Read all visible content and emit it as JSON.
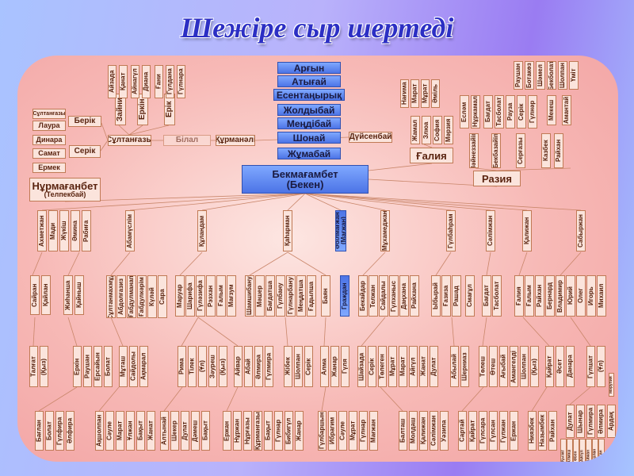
{
  "title": "Шежіре сыр шертеді",
  "lineage": [
    "Арғын",
    "Атығай",
    "Есентаңырық",
    "Жолдыбай",
    "Меңдібай",
    "Шонай",
    "Жұмабай"
  ],
  "root": {
    "name": "Бекмағамбет",
    "alias": "(Бекен)"
  },
  "side": {
    "kurmanali": "Құрманәлі",
    "bilal": "Білал",
    "sultangazy": "Сұлтанғазы",
    "duisenbai": "Дүйсенбай",
    "galiya": "Ғалия",
    "raziya": "Разия",
    "nurmaganbet": "Нұрмағанбет",
    "nurmaganbet_alias": "(Телпекбай)",
    "berik": "Берік",
    "serik": "Серік"
  },
  "clusters": {
    "sultangazy_small": [
      "Сұлтанғазы",
      "Лаура",
      "Динара",
      "Самат",
      "Ермек"
    ],
    "zaini_kids": [
      "Айзада",
      "Қанат"
    ],
    "erkin_kids": [
      "Айнагүл",
      "Диана"
    ],
    "erik_kids": [
      "Ғани",
      "Гүлдана",
      "Гүлнара"
    ],
    "sultangazy_kids": [
      "Зайни",
      "Еркін",
      "Ерік"
    ],
    "galiya_grandkids": [
      "Нағима",
      "Марат",
      "Мұрат",
      "Әміль"
    ],
    "galiya_kids": [
      "Жамал",
      "Злюа",
      "София",
      "Мәрзия"
    ],
    "raziya_top": [
      "Раушан",
      "Ботакөз",
      "Шәмел",
      "Бекболат",
      "Шолпан",
      "Үміт"
    ],
    "raziya_mid1": [
      "Есләм",
      "Нұркамал"
    ],
    "raziya_mid2": [
      "Бағдат",
      "Тасболат"
    ],
    "raziya_mid3": [
      "Рауза",
      "Серік",
      "Гүлнәр"
    ],
    "raziya_mid4": [
      "Мекеш"
    ],
    "raziya_mid5": [
      "Амантай"
    ],
    "raziya_kids": [
      "Зәйнеззайіп",
      "Бекбазайіп",
      "Серғазы",
      "Казбек",
      "Райхан"
    ],
    "row2_a": [
      "Ахметжан",
      "Мади",
      "Жүкіш",
      "Әмина",
      "Рабиға"
    ],
    "row2_b": [
      "Абамүслім"
    ],
    "row2_c": [
      "Құландам"
    ],
    "row2_d": [
      "Қаһарман"
    ],
    "row2_e": [
      "Әбілмағжан (Мағжан)"
    ],
    "row2_f": [
      "Мұхамеджан"
    ],
    "row2_g": [
      "Гүлбаһрам"
    ],
    "row2_h": [
      "Сәлімжан"
    ],
    "row2_i": [
      "Қалижан"
    ],
    "row2_j": [
      "Сабыржан"
    ],
    "row3_a": [
      "Сайран",
      "Қайлан"
    ],
    "row3_b": [
      "Жиһанша",
      "Қайныш"
    ],
    "row3_c": [
      "Сұлтанмахмұд",
      "Абдолғазиз",
      "Ғабдулманап",
      "Ғабдулкәрім",
      "Күләй",
      "Сара"
    ],
    "row3_d": [
      "Маруар",
      "Шарифа",
      "Гүләзифа",
      "Рэзхан",
      "Ғалым",
      "Мағзум"
    ],
    "row3_e": [
      "Шамшибану",
      "Мәшер",
      "Бағдатша",
      "Гүлбану",
      "Гүлнарбану",
      "Меңдатша",
      "Ғадылша"
    ],
    "row3_f": [
      "Баян"
    ],
    "row3_g": [
      "Граждан"
    ],
    "row3_h": [
      "Бекайдар",
      "Телжан",
      "Сайдалы",
      "Гүлханыс",
      "Даңхана",
      "Райхана"
    ],
    "row3_i": [
      "Ыбырай",
      "Ғазиза",
      "Рашад"
    ],
    "row3_j": [
      "Смағұл"
    ],
    "row3_k": [
      "Бағдат",
      "Тасболат"
    ],
    "row3_l": [
      "Ғалия",
      "Ғалым",
      "Райхан",
      "Бернард"
    ],
    "row3_m": [
      "Владимир",
      "Юрий",
      "Олег",
      "Игорь",
      "Михаил"
    ],
    "row4_a": [
      "Талғат",
      "(Қыз)"
    ],
    "row4_b": [
      "Еркін",
      "Раушан",
      "Ерсайын",
      "Болат"
    ],
    "row4_c": [
      "Мұташ",
      "Сайдолы",
      "Ақмарал"
    ],
    "row4_d": [
      "Рима",
      "Тілек",
      "(Ұл)",
      "Зәуреш",
      "(Қыз)"
    ],
    "row4_e": [
      "Айвар",
      "Абай",
      "Әлмира",
      "Гүлмира"
    ],
    "row4_f": [
      "Жібек",
      "Шолпан",
      "Серік"
    ],
    "row4_g": [
      "Алма",
      "Жанар",
      "Гүля"
    ],
    "row4_h": [
      "Шайзада",
      "Серік",
      "Төлеген",
      "Мұрат",
      "Марат",
      "Айгүл",
      "Жанат",
      "Дулат"
    ],
    "row4_i": [
      "Абылай",
      "Шерниаз"
    ],
    "row4_j": [
      "Төлеш",
      "Өтеш",
      "Ағыбай",
      "Амангелді",
      "Шолпан",
      "(Қыз)"
    ],
    "row4_k": [
      "Қайрат",
      "Әсет",
      "Данара"
    ],
    "row4_l": [
      "Гүлшат",
      "(Ұл)"
    ],
    "row4_m": [
      "Мәрупия"
    ],
    "row5_a": [
      "Бағлан",
      "Болат",
      "Гүлфира",
      "Әлфира"
    ],
    "row5_b": [
      "Ақшолпан",
      "Сәуле",
      "Марат",
      "Ұлжан",
      "Бақыт",
      "Жанат"
    ],
    "row5_c": [
      "Алтынай",
      "Шекер",
      "Дулат",
      "Дәмеш",
      "Бақыт"
    ],
    "row5_d": [
      "Ержан",
      "Нұржан",
      "Нұрғазы",
      "Құрманғазы",
      "Бақыт",
      "Гүлнар",
      "Бибигүл",
      "Жанар"
    ],
    "row5_e": [
      "Гүлбаршын",
      "Ибрагим",
      "Сәуле",
      "Мұрат",
      "Гүлнар",
      "Мағжан"
    ],
    "row5_f": [
      "Балташ",
      "Молдаш",
      "Қалижан",
      "Сәлімжан",
      "Уәзипа"
    ],
    "row5_g": [
      "Сартай",
      "Қайрат",
      "Гүлсара",
      "Гүлсан",
      "Гүлжан",
      "Ержан"
    ],
    "row5_h": [
      "Ниязбек",
      "Назымбек",
      "Райхан"
    ],
    "row5_i": [
      "Дулат",
      "Шынар",
      "Гүлмира",
      "Әлмира",
      "Ардақ"
    ],
    "row5_j": [
      "Қызат",
      "Алмаш",
      "Әбен",
      "Айгүл",
      "Айжан",
      "Нарлан",
      "Әстан"
    ]
  },
  "colors": {
    "box_border": "#c07a55",
    "box_fill": "#fbe4dc",
    "text": "#5a2410",
    "lineage_fill": "#6b93f5",
    "title": "#2c2fc4"
  }
}
